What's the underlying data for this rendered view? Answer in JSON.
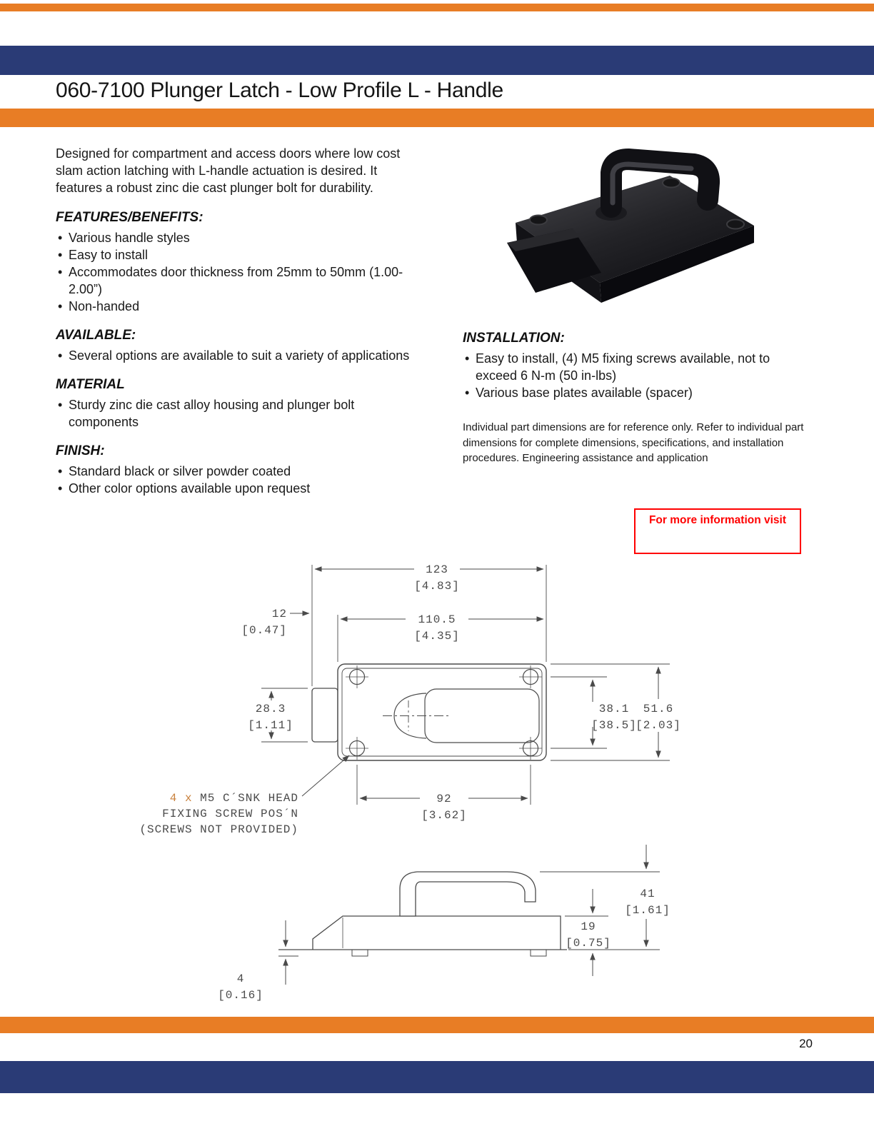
{
  "header": {
    "title": "060-7100 Plunger Latch - Low Profile L - Handle"
  },
  "intro": "Designed for compartment and access doors where low cost slam action latching with L-handle actuation is desired. It features a robust zinc die cast plunger bolt for durability.",
  "sections": {
    "features": {
      "heading": "FEATURES/BENEFITS:",
      "items": [
        "Various handle styles",
        "Easy to install",
        "Accommodates door thickness from 25mm to 50mm (1.00-2.00”)",
        "Non-handed"
      ]
    },
    "available": {
      "heading": "AVAILABLE:",
      "items": [
        "Several options are available to suit a variety of applications"
      ]
    },
    "material": {
      "heading": "MATERIAL",
      "items": [
        "Sturdy zinc die cast alloy housing and plunger bolt components"
      ]
    },
    "finish": {
      "heading": "FINISH:",
      "items": [
        "Standard black or silver powder coated",
        "Other color options available upon request"
      ]
    },
    "installation": {
      "heading": "INSTALLATION:",
      "items": [
        "Easy to install, (4) M5 fixing screws available, not to exceed 6 N-m (50 in-lbs)",
        "Various base plates available (spacer)"
      ]
    }
  },
  "disclaimer": "Individual part dimensions are for reference only. Refer to individual part dimensions for complete dimensions, specifications, and installation procedures. Engineering assistance and application",
  "info_box": {
    "text": "For more information visit"
  },
  "drawing": {
    "top_view": {
      "overall_width_mm": "123",
      "overall_width_in": "[4.83]",
      "body_width_mm": "110.5",
      "body_width_in": "[4.35]",
      "plunger_proj_mm": "12",
      "plunger_proj_in": "[0.47]",
      "plunger_height_mm": "28.3",
      "plunger_height_in": "[1.11]",
      "hole_spacing_v_mm": "38.1",
      "hole_spacing_v_in": "[38.5]",
      "overall_height_mm": "51.6",
      "overall_height_in": "[2.03]",
      "hole_spacing_h_mm": "92",
      "hole_spacing_h_in": "[3.62]",
      "note_prefix": "4 x ",
      "note_line1": "M5 C´SNK HEAD",
      "note_line2": "FIXING SCREW POS´N",
      "note_line3": "(SCREWS NOT PROVIDED)"
    },
    "side_view": {
      "overall_height_mm": "41",
      "overall_height_in": "[1.61]",
      "base_height_mm": "19",
      "base_height_in": "[0.75]",
      "foot_height_mm": "4",
      "foot_height_in": "[0.16]"
    }
  },
  "footer": {
    "page_number": "20"
  },
  "colors": {
    "orange": "#E87D25",
    "navy": "#2A3B76",
    "red": "#FF0000",
    "drawing_gray": "#4a4a4a",
    "note_highlight": "#C9813D"
  }
}
